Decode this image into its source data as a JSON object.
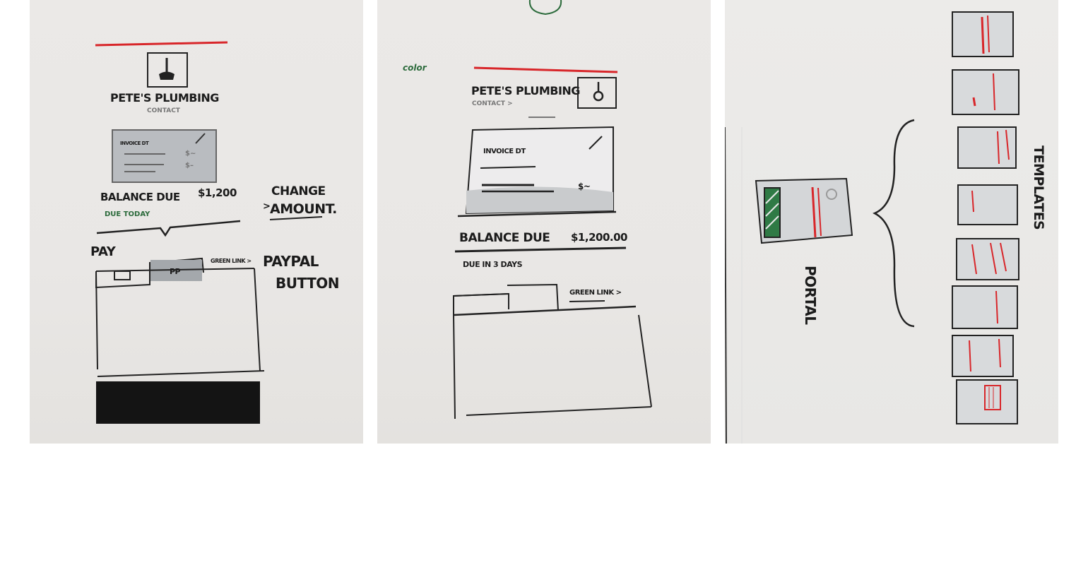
{
  "sketch1": {
    "business_name": "PETE'S PLUMBING",
    "contact": "CONTACT",
    "invoice_label": "INVOICE DT",
    "balance_label": "BALANCE DUE",
    "balance_amount": "$1,200",
    "due_label": "DUE TODAY",
    "change_amount_note_1": "CHANGE",
    "change_amount_note_2": "AMOUNT.",
    "pay_label": "PAY",
    "tab_pp": "PP",
    "green_link": "GREEN LINK >",
    "paypal_note_1": "PAYPAL",
    "paypal_note_2": "BUTTON"
  },
  "sketch2": {
    "color_note": "color",
    "business_name": "PETE'S PLUMBING",
    "contact": "CONTACT >",
    "invoice_label": "INVOICE DT",
    "balance_label": "BALANCE DUE",
    "balance_amount": "$1,200.00",
    "due_label": "DUE IN 3 DAYS",
    "green_link": "GREEN LINK >"
  },
  "sketch3": {
    "portal_label": "PORTAL",
    "templates_label": "TEMPLATES"
  }
}
